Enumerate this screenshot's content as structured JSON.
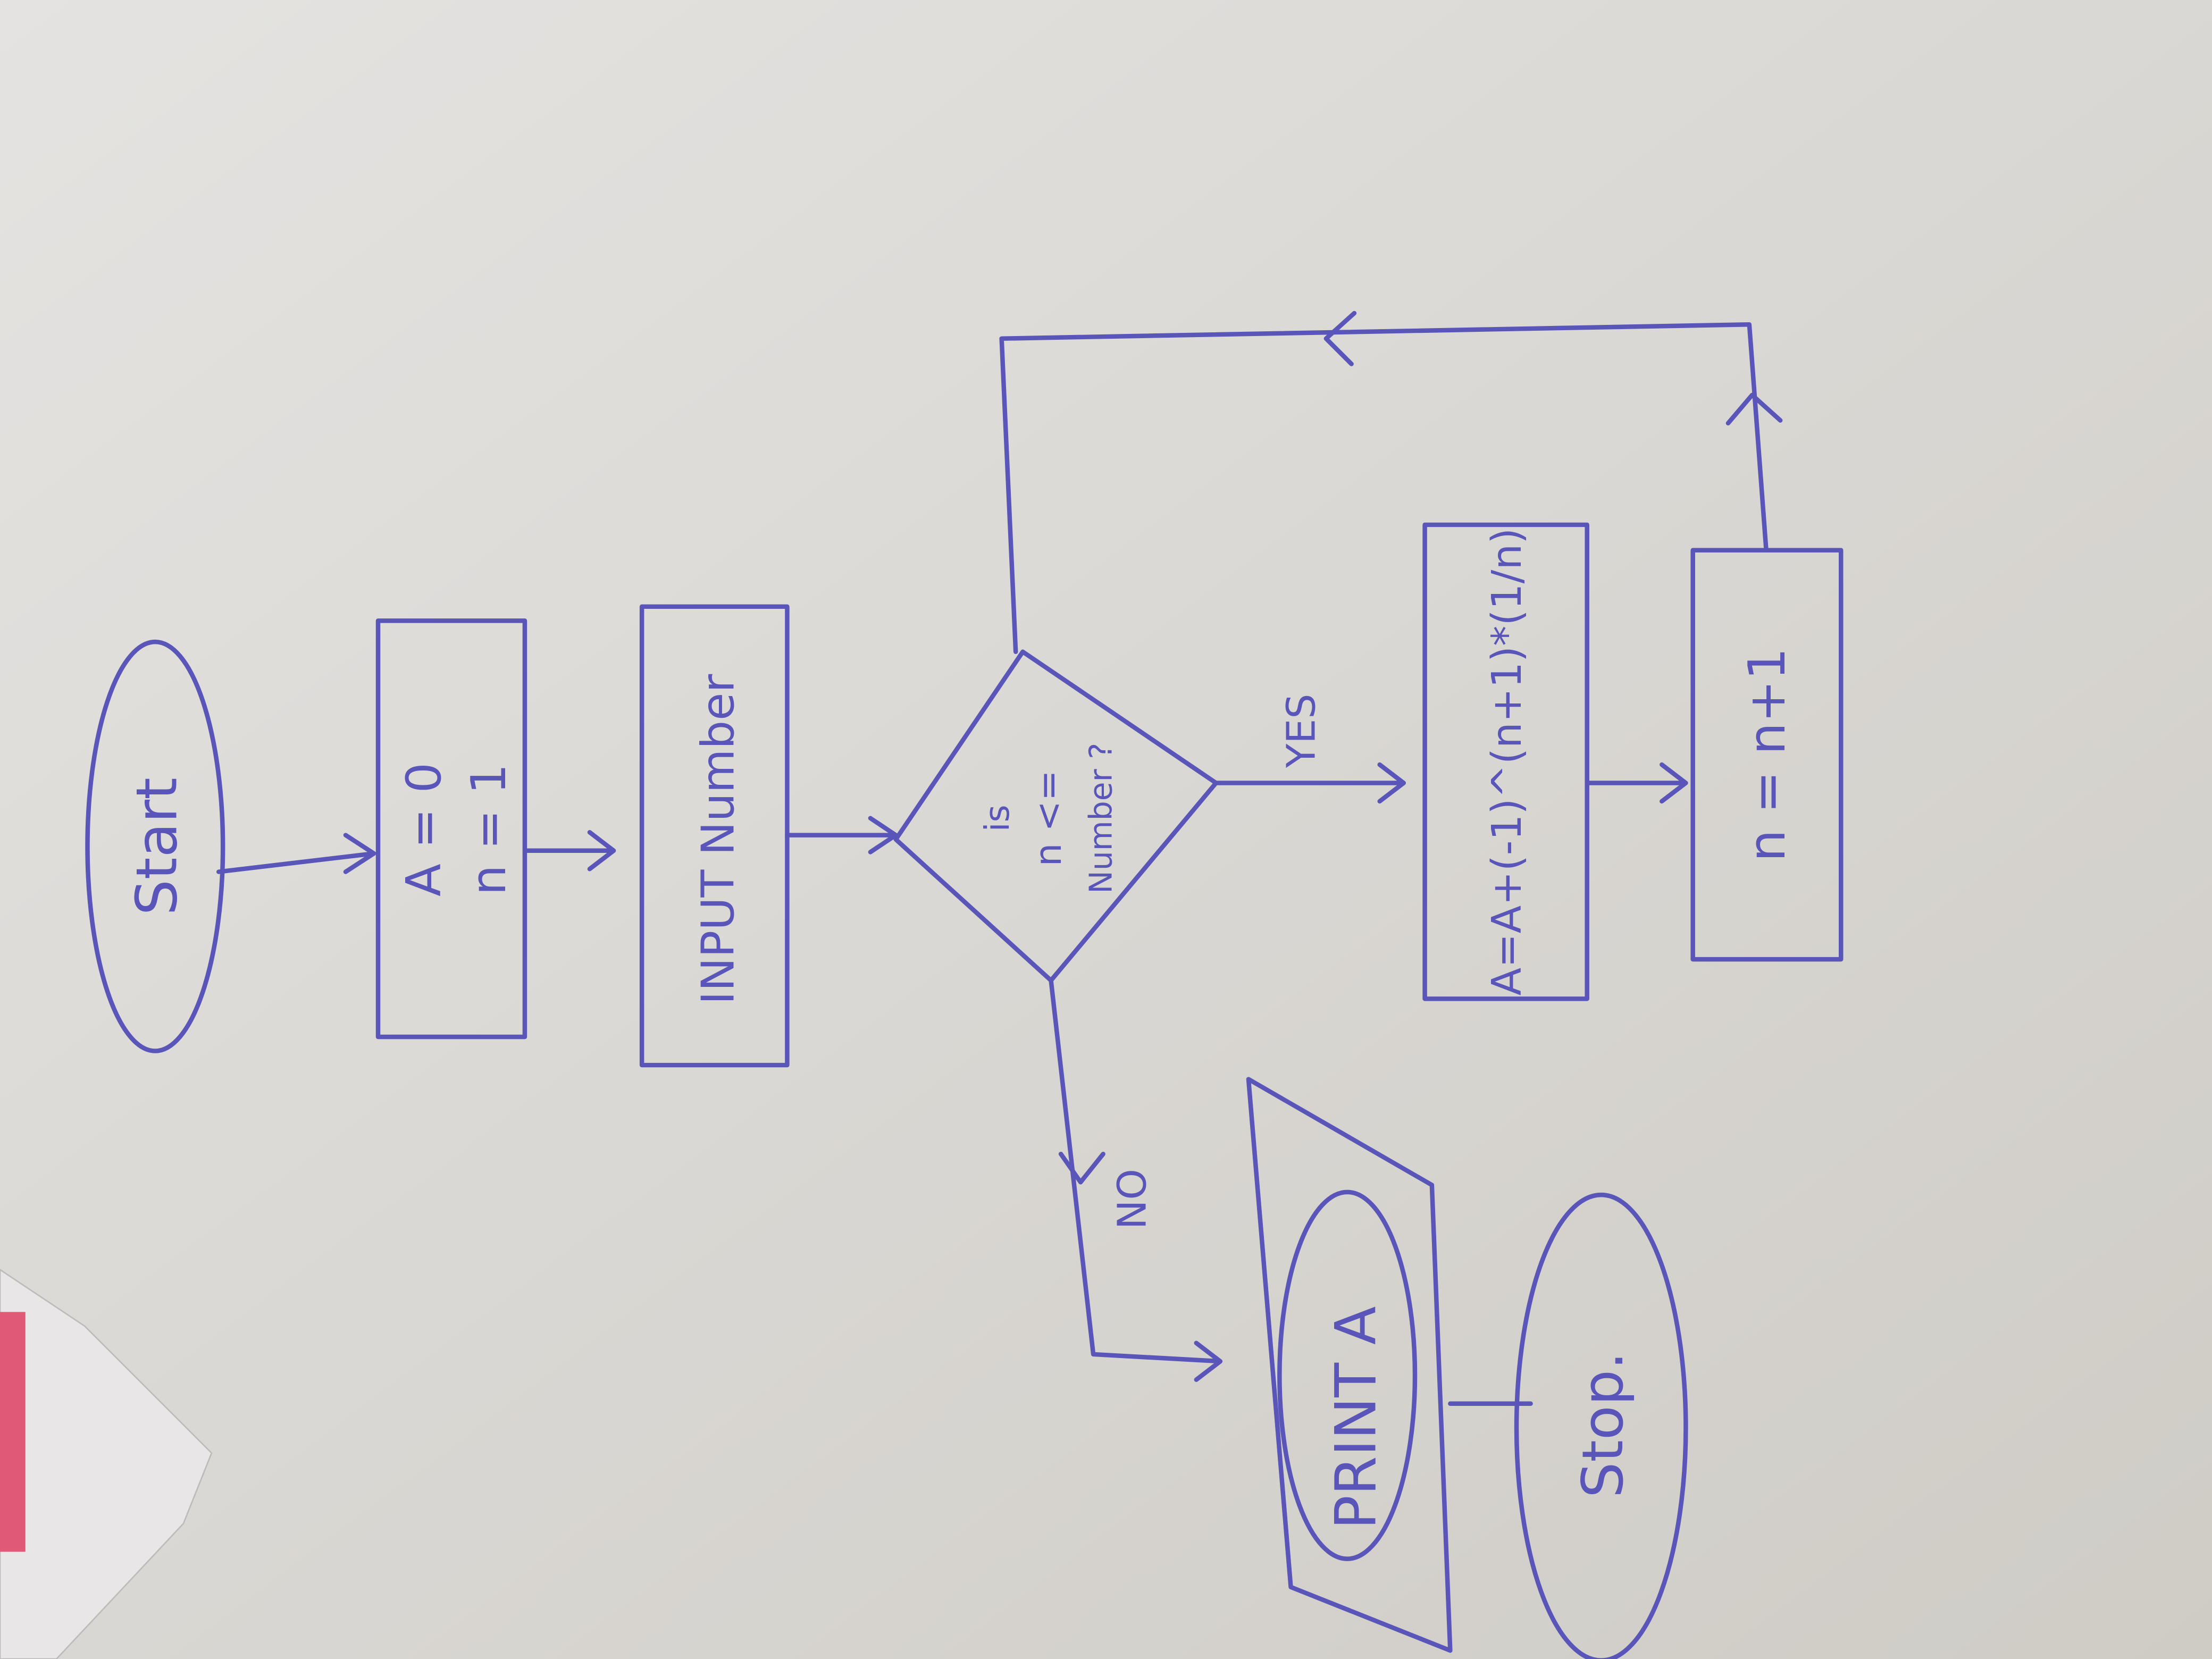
{
  "flowchart": {
    "start": "Start",
    "init_a": "A = 0",
    "init_n": "n = 1",
    "input": "INPUT Number",
    "decision_line1": "is",
    "decision_line2": "n <=",
    "decision_line3": "Number ?",
    "yes_label": "YES",
    "no_label": "NO",
    "update_a": "A=A+(-1)^(n+1)*(1/n)",
    "increment_n": "n = n+1",
    "print": "PRINT A",
    "stop": "Stop."
  },
  "colors": {
    "ink": "#5a55b8",
    "paper": "#d9d7d3"
  }
}
